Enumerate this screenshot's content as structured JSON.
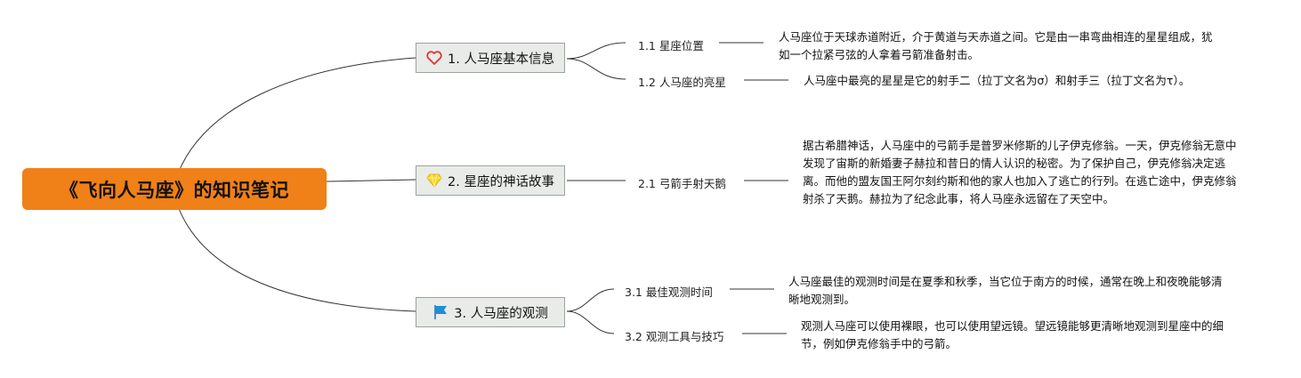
{
  "root": {
    "title": "《飞向人马座》的知识笔记"
  },
  "branches": [
    {
      "label": "1. 人马座基本信息",
      "icon": "heart-icon",
      "children": [
        {
          "label": "1.1 星座位置",
          "note": "人马座位于天球赤道附近，介于黄道与天赤道之间。它是由一串弯曲相连的星星组成，犹如一个拉紧弓弦的人拿着弓箭准备射击。"
        },
        {
          "label": "1.2 人马座的亮星",
          "note": "人马座中最亮的星星是它的射手二（拉丁文名为σ）和射手三（拉丁文名为τ）。"
        }
      ]
    },
    {
      "label": "2. 星座的神话故事",
      "icon": "diamond-icon",
      "children": [
        {
          "label": "2.1 弓箭手射天鹅",
          "note": "据古希腊神话，人马座中的弓箭手是普罗米修斯的儿子伊克修翁。一天，伊克修翁无意中发现了宙斯的新婚妻子赫拉和昔日的情人认识的秘密。为了保护自己，伊克修翁决定逃离。而他的盟友国王阿尔刻约斯和他的家人也加入了逃亡的行列。在逃亡途中，伊克修翁射杀了天鹅。赫拉为了纪念此事，将人马座永远留在了天空中。"
        }
      ]
    },
    {
      "label": "3. 人马座的观测",
      "icon": "flag-icon",
      "children": [
        {
          "label": "3.1 最佳观测时间",
          "note": "人马座最佳的观测时间是在夏季和秋季，当它位于南方的时候，通常在晚上和夜晚能够清晰地观测到。"
        },
        {
          "label": "3.2 观测工具与技巧",
          "note": "观测人马座可以使用裸眼，也可以使用望远镜。望远镜能够更清晰地观测到星座中的细节，例如伊克修翁手中的弓箭。"
        }
      ]
    }
  ],
  "colors": {
    "root": "#f08018",
    "branch_bg": "#e9ebe9",
    "branch_border": "#9aa39c",
    "line": "#333333",
    "heart": "#e0352b",
    "diamond": "#f5d52a",
    "flag": "#1f8fd6"
  }
}
